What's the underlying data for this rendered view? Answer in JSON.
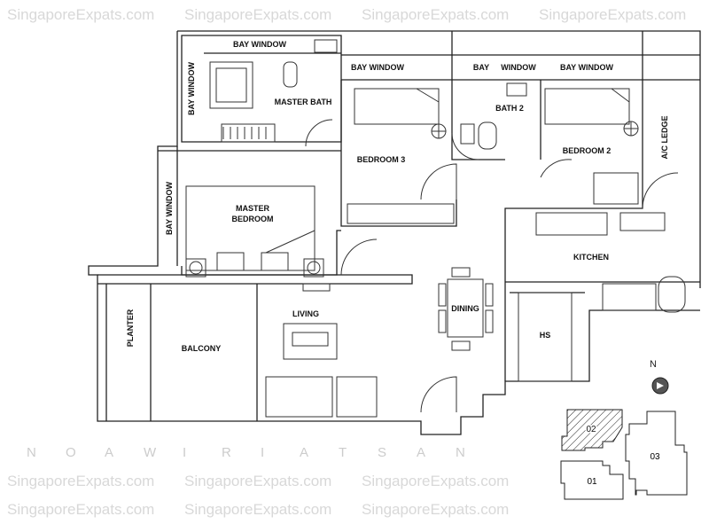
{
  "watermark": "SingaporeExpats.com",
  "faint_letters": [
    "N",
    "O",
    "A",
    "W",
    "I",
    "R",
    "I",
    "A",
    "T",
    "S",
    "A",
    "N"
  ],
  "rooms": {
    "bay_window_master_bath": "BAY WINDOW",
    "bay_window_vertical_top": "BAY WINDOW",
    "master_bath": "MASTER BATH",
    "bay_window_bedroom3": "BAY WINDOW",
    "bay_bath2": "BAY",
    "window_bath2": "WINDOW",
    "bay_window_bedroom2": "BAY WINDOW",
    "bath2": "BATH 2",
    "bedroom3": "BEDROOM 3",
    "bedroom2": "BEDROOM 2",
    "ac_ledge": "A/C LEDGE",
    "bay_window_master_bedroom": "BAY WINDOW",
    "master_bedroom_line1": "MASTER",
    "master_bedroom_line2": "BEDROOM",
    "kitchen": "KITCHEN",
    "dining": "DINING",
    "hs": "HS",
    "living": "LIVING",
    "planter": "PLANTER",
    "balcony": "BALCONY"
  },
  "compass": {
    "label": "N"
  },
  "site_plan": {
    "blocks": [
      "02",
      "03",
      "01"
    ],
    "highlighted": "02"
  }
}
